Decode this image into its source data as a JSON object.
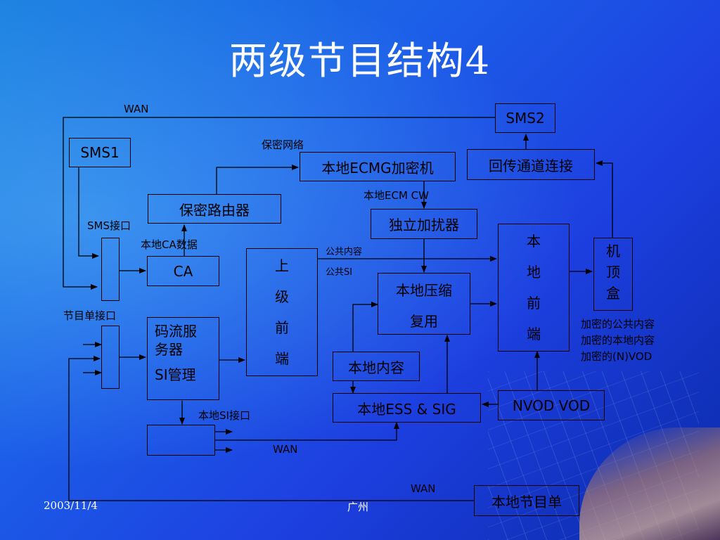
{
  "title": "两级节目结构4",
  "boxes": {
    "sms2": "SMS2",
    "sms1": "SMS1",
    "local_ecmg": "本地ECMG加密机",
    "return_channel": "回传通道连接",
    "secure_router": "保密路由器",
    "scrambler": "独立加扰器",
    "ca": "CA",
    "upper_frontend": [
      "上",
      "级",
      "前",
      "端"
    ],
    "local_mux": [
      "本地压缩",
      "复用"
    ],
    "local_frontend": [
      "本",
      "地",
      "前",
      "端"
    ],
    "stb": [
      "机",
      "顶",
      "盒"
    ],
    "stream_server": [
      "码流服",
      "务器",
      "SI管理"
    ],
    "local_content": "本地内容",
    "local_ess_sig": "本地ESS & SIG",
    "nvod_vod": "NVOD VOD",
    "local_program_list": "本地节目单"
  },
  "labels": {
    "wan_top": "WAN",
    "secure_network": "保密网络",
    "local_ecm_cw": "本地ECM  CW",
    "sms_interface": "SMS接口",
    "local_ca_data": "本地CA数据",
    "public_content": "公共内容",
    "public_si": "公共SI",
    "program_list_interface": "节目单接口",
    "enc_public": "加密的公共内容",
    "enc_local": "加密的本地内容",
    "enc_nvod": "加密的(N)VOD",
    "local_si_interface": "本地SI接口",
    "wan_mid": "WAN",
    "wan_bottom": "WAN"
  },
  "footer": {
    "date": "2003/11/4",
    "location": "广州"
  }
}
